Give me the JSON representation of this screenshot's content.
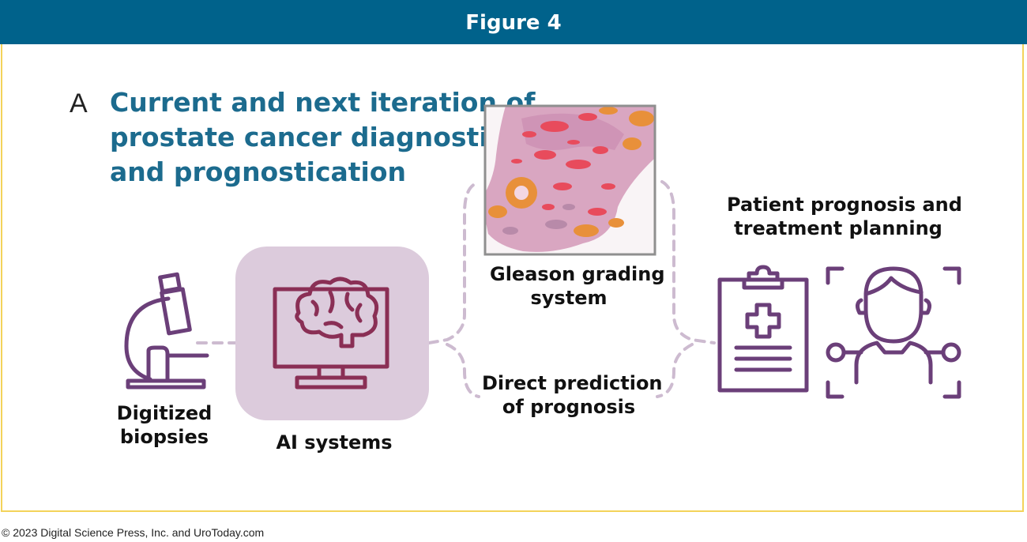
{
  "header": {
    "title": "Figure 4"
  },
  "panel": {
    "letter": "A"
  },
  "title_lines": [
    "Current and next iteration of",
    "prostate cancer diagnostics",
    "and prognostication"
  ],
  "labels": {
    "digitized": [
      "Digitized",
      "biopsies"
    ],
    "ai": "AI systems",
    "gleason": [
      "Gleason grading",
      "system"
    ],
    "direct": [
      "Direct prediction",
      "of prognosis"
    ],
    "patient": [
      "Patient prognosis and",
      "treatment planning"
    ]
  },
  "colors": {
    "header": "#00628b",
    "frame": "#f3d35a",
    "title": "#1c6b8e",
    "icon_purple": "#6b3f79",
    "ai_icon": "#8a2f55",
    "ai_box": "#dccbdc",
    "dash": "#cdbbd0"
  },
  "icons": [
    "microscope-icon",
    "brain-monitor-icon",
    "histology-image",
    "clipboard-medical-icon",
    "patient-scan-icon"
  ],
  "footer": {
    "copyright": "© 2023 Digital Science Press, Inc. and UroToday.com"
  }
}
